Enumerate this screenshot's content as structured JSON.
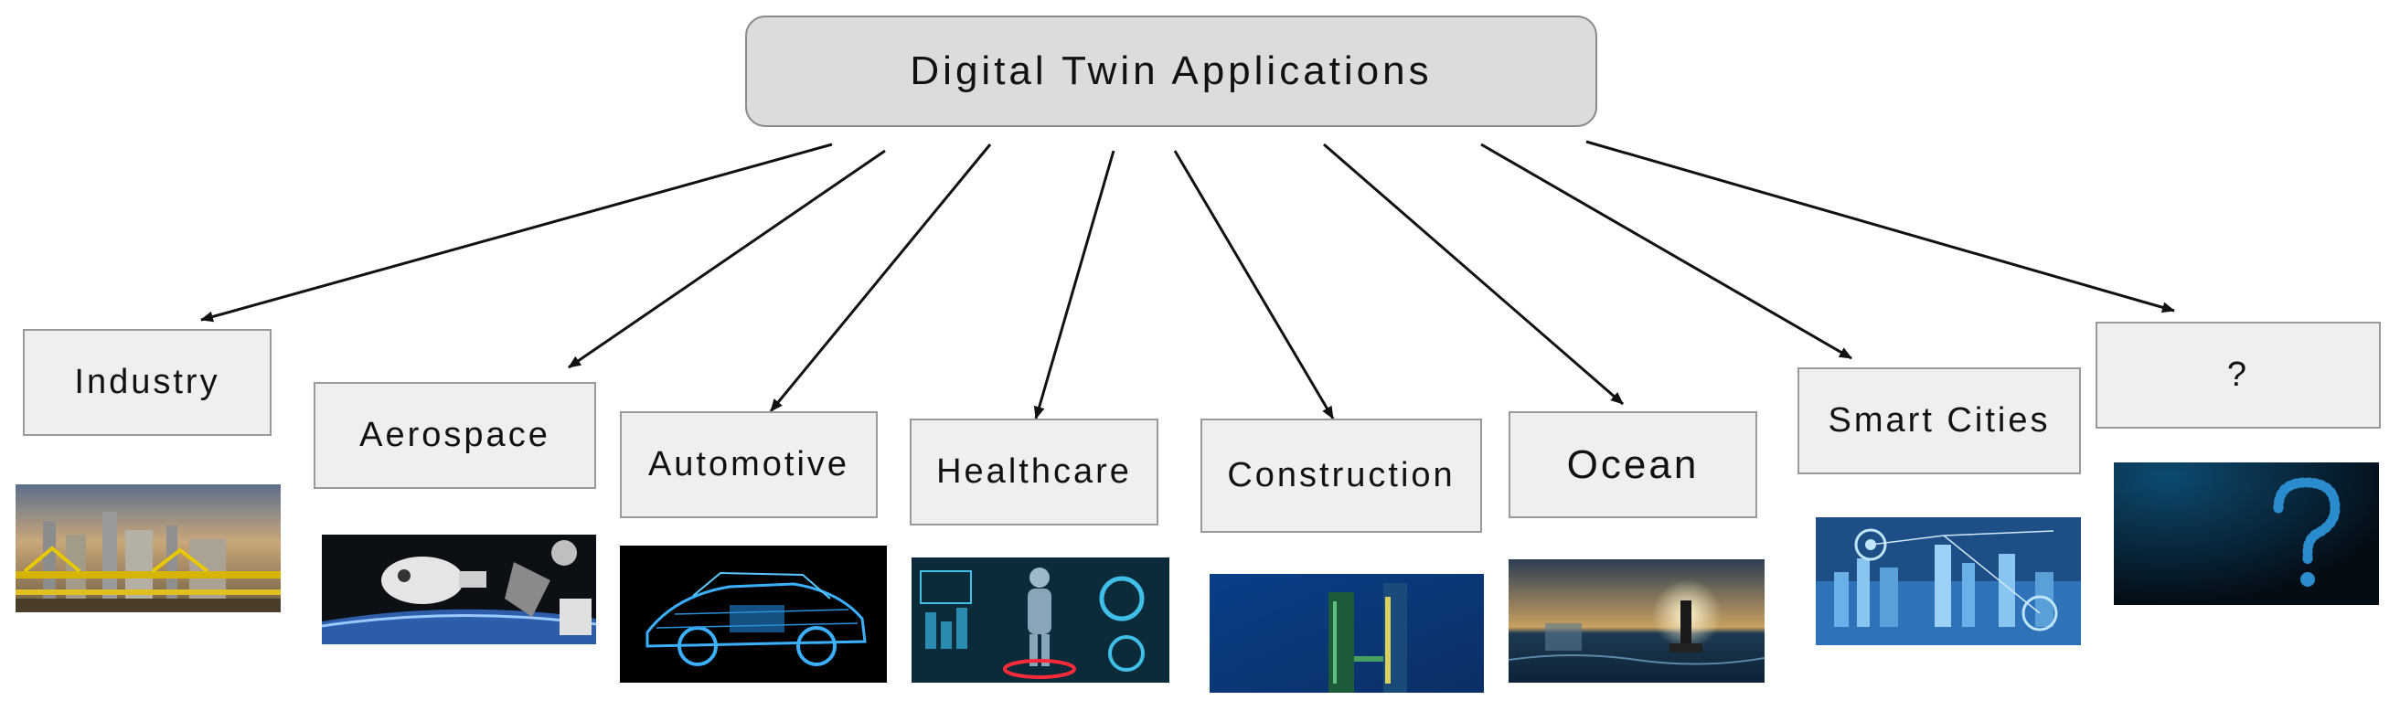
{
  "diagram": {
    "root": {
      "label": "Digital Twin Applications"
    },
    "applications": [
      {
        "id": "industry",
        "label": "Industry",
        "image": "industrial-plant-image"
      },
      {
        "id": "aerospace",
        "label": "Aerospace",
        "image": "spacecraft-image"
      },
      {
        "id": "automotive",
        "label": "Automotive",
        "image": "wireframe-car-image"
      },
      {
        "id": "healthcare",
        "label": "Healthcare",
        "image": "holographic-human-image"
      },
      {
        "id": "construction",
        "label": "Construction",
        "image": "skyscraper-image"
      },
      {
        "id": "ocean",
        "label": "Ocean",
        "image": "lighthouse-sea-image"
      },
      {
        "id": "smart-cities",
        "label": "Smart Cities",
        "image": "network-city-image"
      },
      {
        "id": "unknown",
        "label": "?",
        "image": "question-mark-image"
      }
    ]
  },
  "colors": {
    "root_fill": "#dcdcdc",
    "box_fill": "#efefef",
    "border": "#9a9a9a",
    "arrow": "#111111"
  }
}
